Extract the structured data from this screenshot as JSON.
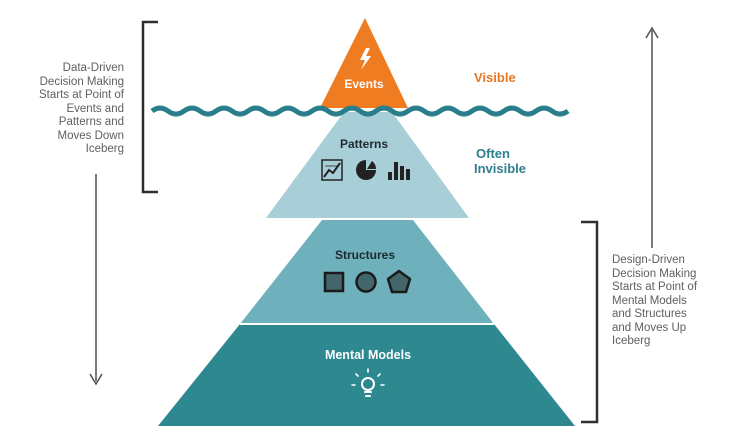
{
  "levels": {
    "events": "Events",
    "patterns": "Patterns",
    "structures": "Structures",
    "mental_models": "Mental Models"
  },
  "tags": {
    "visible": "Visible",
    "often_invisible_line1": "Often",
    "often_invisible_line2": "Invisible"
  },
  "left_note": {
    "lines": [
      "Data-Driven",
      "Decision Making",
      "Starts at Point of",
      "Events and",
      "Patterns and",
      "Moves Down",
      "Iceberg"
    ]
  },
  "right_note": {
    "lines": [
      "Design-Driven",
      "Decision Making",
      "Starts at Point of",
      "Mental Models",
      "and Structures",
      "and Moves Up",
      "Iceberg"
    ]
  },
  "icons": {
    "events": "lightning-bolt-icon",
    "patterns": [
      "line-chart-icon",
      "pie-chart-icon",
      "bar-chart-icon"
    ],
    "structures": [
      "square-icon",
      "circle-icon",
      "pentagon-icon"
    ],
    "mental_models": "lightbulb-icon"
  },
  "colors": {
    "events": "#f07c22",
    "patterns": "#a8ced8",
    "structures": "#6fb0bd",
    "mental_models": "#2e8890",
    "water": "#2a7e8c",
    "visible_text": "#e8771f",
    "invisible_text": "#2d7f8c",
    "bracket": "#2f2f2f",
    "arrow": "#5a5a5a"
  }
}
